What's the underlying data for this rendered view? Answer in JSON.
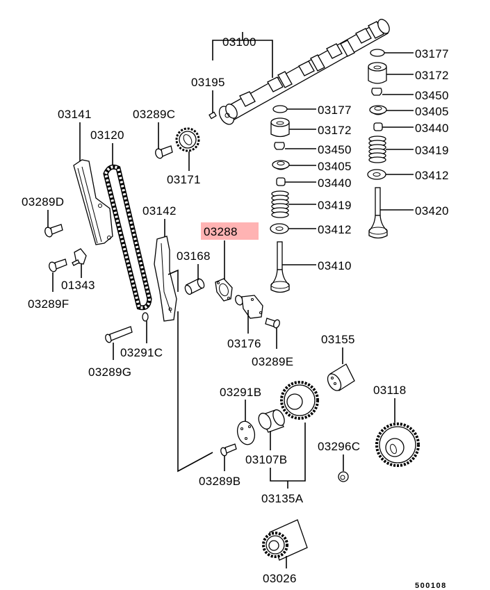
{
  "diagram": {
    "title": "Camshaft, valves and timing chain exploded view",
    "highlight_color": "#ffb3b3",
    "highlighted_part": "03288",
    "drawing_code": "500108"
  },
  "labels": {
    "p03100": "03100",
    "p03195": "03195",
    "p03177a": "03177",
    "p03172a": "03172",
    "p03450a": "03450",
    "p03405a": "03405",
    "p03440a": "03440",
    "p03419a": "03419",
    "p03412a": "03412",
    "p03410": "03410",
    "p03177b": "03177",
    "p03172b": "03172",
    "p03450b": "03450",
    "p03405b": "03405",
    "p03440b": "03440",
    "p03419b": "03419",
    "p03412b": "03412",
    "p03420": "03420",
    "p03141": "03141",
    "p03120": "03120",
    "p03289C": "03289C",
    "p03171": "03171",
    "p03289D": "03289D",
    "p03142": "03142",
    "p03288": "03288",
    "p03168": "03168",
    "p01343": "01343",
    "p03289F": "03289F",
    "p03176": "03176",
    "p03289E": "03289E",
    "p03291C": "03291C",
    "p03289G": "03289G",
    "p03155": "03155",
    "p03291B": "03291B",
    "p03118": "03118",
    "p03296C": "03296C",
    "p03107B": "03107B",
    "p03289B": "03289B",
    "p03135A": "03135A",
    "p03026": "03026"
  }
}
